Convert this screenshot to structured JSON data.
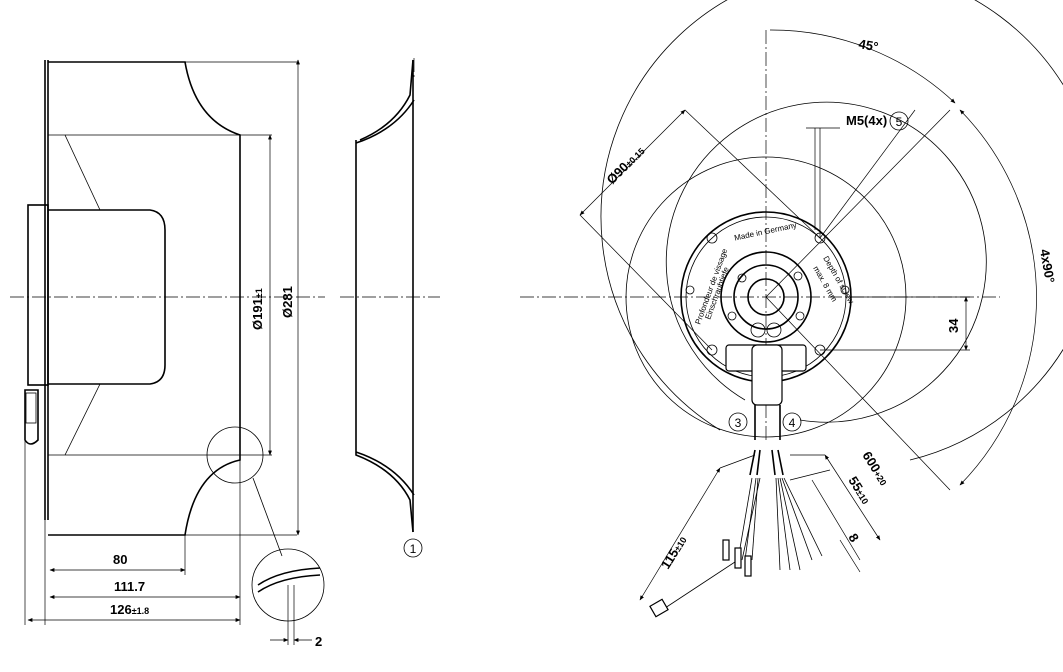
{
  "side_view": {
    "dia_191": "Ø191",
    "dia_191_tol": "±1",
    "dia_281": "Ø281",
    "len_80": "80",
    "len_111_7": "111.7",
    "len_126": "126",
    "len_126_tol": "±1.8",
    "detail_2": "2"
  },
  "inlet_ring": {
    "callout_1": "1"
  },
  "front_view": {
    "angle_45": "45°",
    "angle_4x90": "4x90°",
    "thread": "M5(4x)",
    "callout_5": "5",
    "dia_90": "Ø90",
    "dia_90_tol": "±0.15",
    "offset_34": "34",
    "callout_3": "3",
    "callout_4": "4",
    "len_115": "115",
    "len_115_tol": "±10",
    "len_600": "600",
    "len_600_tol": "+20",
    "len_55": "55",
    "len_55_tol": "±10",
    "len_8": "8",
    "label_made_in": "Made in Germany",
    "label_depth_1": "Depth of screw",
    "label_depth_2": "max. 8 mm",
    "label_fr_1": "Profondeur de vissage",
    "label_fr_2": "Einschraubtiefe"
  }
}
